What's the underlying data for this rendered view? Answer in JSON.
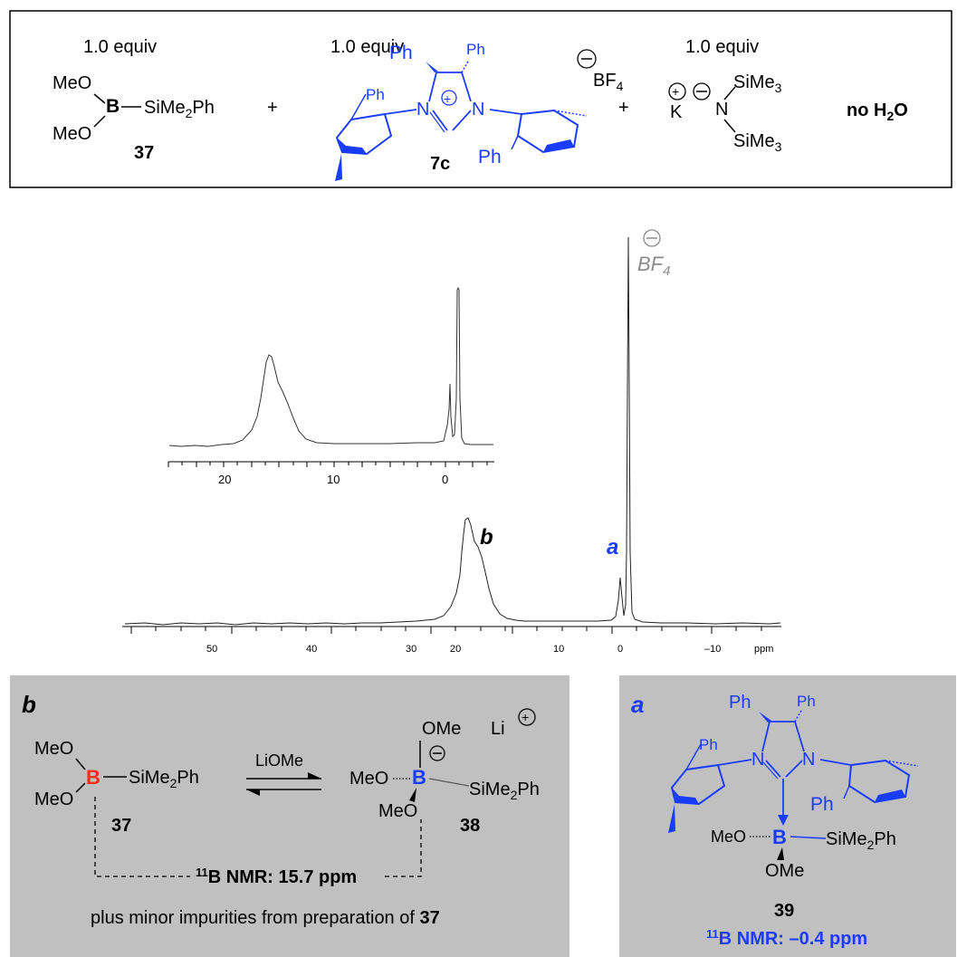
{
  "reaction": {
    "equiv_1": "1.0 equiv",
    "equiv_2": "1.0 equiv",
    "equiv_3": "1.0 equiv",
    "plus": "+",
    "label_37": "37",
    "label_7c": "7c",
    "meo": "MeO",
    "b": "B",
    "sime2ph": "SiMe",
    "sime2ph_sub": "2",
    "sime2ph_tail": "Ph",
    "ph": "Ph",
    "n": "N",
    "bf4": "BF",
    "bf4_sub": "4",
    "k": "K",
    "sime3": "SiMe",
    "sime3_sub": "3",
    "no_water": "no H",
    "no_water_sub": "2",
    "no_water_tail": "O"
  },
  "spectrum": {
    "peak_b": "b",
    "peak_a": "a",
    "bf4_label": "BF",
    "bf4_sub": "4",
    "axis_unit": "ppm",
    "main_ticks": [
      "50",
      "40",
      "30",
      "20",
      "10",
      "0",
      "–10"
    ],
    "inset_ticks": [
      "20",
      "10",
      "0"
    ]
  },
  "panel_b": {
    "letter": "b",
    "meo": "MeO",
    "b": "B",
    "sime2ph": "SiMe",
    "sime2ph_sub": "2",
    "sime2ph_tail": "Ph",
    "reagent": "LiOMe",
    "ome": "OMe",
    "li": "Li",
    "label_37": "37",
    "label_38": "38",
    "nmr_prefix": "11",
    "nmr_text": "B NMR: 15.7 ppm",
    "note_prefix": "plus minor impurities from preparation of ",
    "note_ref": "37"
  },
  "panel_a": {
    "letter": "a",
    "ph": "Ph",
    "n": "N",
    "b": "B",
    "meo": "MeO",
    "ome": "OMe",
    "sime2ph": "SiMe",
    "sime2ph_sub": "2",
    "sime2ph_tail": "Ph",
    "label_39": "39",
    "nmr_prefix": "11",
    "nmr_text": "B NMR: –0.4 ppm"
  },
  "colors": {
    "blue": "#1a3cff",
    "red": "#ff2a1a",
    "gray_panel": "#c0c0c0",
    "gray_text": "#8a8a8a"
  }
}
